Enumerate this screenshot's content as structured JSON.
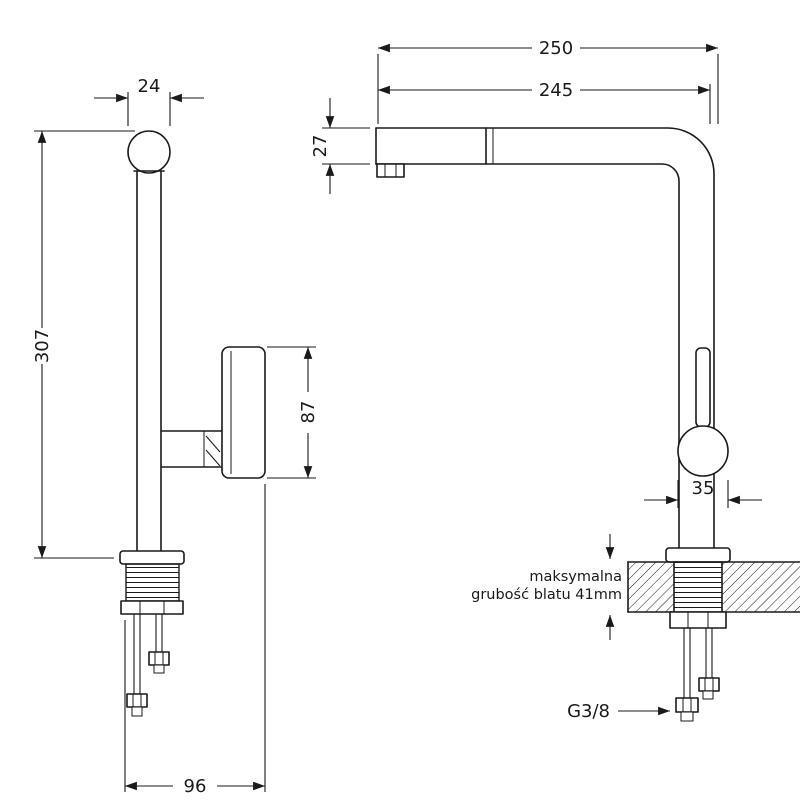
{
  "colors": {
    "ink": "#1a1a1a",
    "background": "#ffffff"
  },
  "drawing": {
    "front": {
      "dim_width_top": "24",
      "dim_height": "307",
      "dim_body_height": "87",
      "dim_base_span": "96"
    },
    "side": {
      "dim_depth_total": "250",
      "dim_spout_reach": "245",
      "dim_spout_height": "27",
      "dim_handle_width": "35",
      "note_line1": "maksymalna",
      "note_line2": "grubość blatu 41mm",
      "thread_size": "G3/8"
    }
  }
}
